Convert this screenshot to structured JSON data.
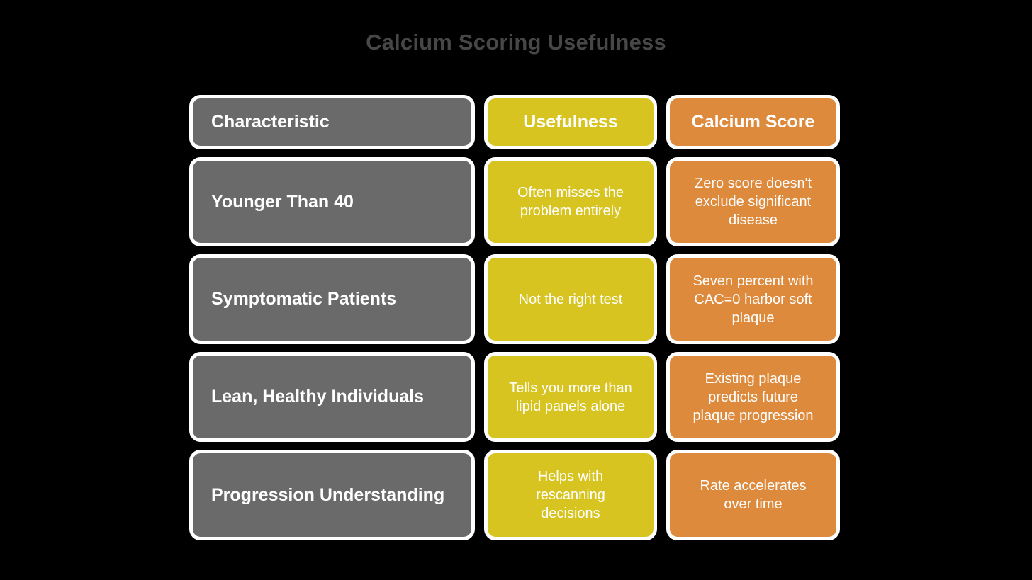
{
  "title": "Calcium Scoring Usefulness",
  "colors": {
    "background": "#000000",
    "title_text": "#474747",
    "characteristic_column": "#6a6a6a",
    "usefulness_column": "#d7c420",
    "calcium_score_column": "#dd8a3c",
    "cell_border": "#ffffff",
    "cell_text": "#ffffff"
  },
  "table": {
    "headers": {
      "characteristic": "Characteristic",
      "usefulness": "Usefulness",
      "calcium_score": "Calcium Score"
    },
    "rows": [
      {
        "characteristic": "Younger Than 40",
        "usefulness": "Often misses the problem entirely",
        "calcium_score": "Zero score doesn't exclude significant disease"
      },
      {
        "characteristic": "Symptomatic Patients",
        "usefulness": "Not the right test",
        "calcium_score": "Seven percent with CAC=0 harbor soft plaque"
      },
      {
        "characteristic": "Lean, Healthy Individuals",
        "usefulness": "Tells you more than lipid panels alone",
        "calcium_score": "Existing plaque predicts future plaque progression"
      },
      {
        "characteristic": "Progression Understanding",
        "usefulness": "Helps with rescanning decisions",
        "calcium_score": "Rate accelerates over time"
      }
    ]
  }
}
